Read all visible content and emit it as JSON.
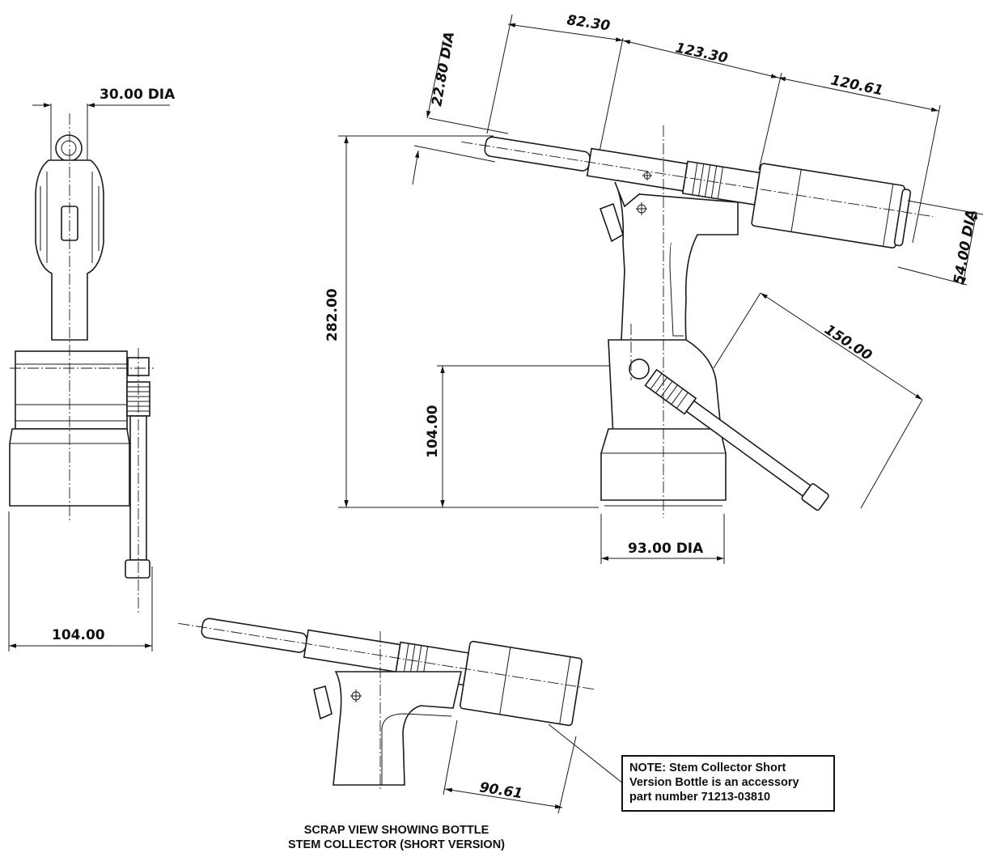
{
  "dimensions": {
    "front_nose_dia": "30.00 DIA",
    "front_width": "104.00",
    "side_nose_dia": "22.80 DIA",
    "side_len_1": "82.30",
    "side_len_2": "123.30",
    "side_len_3": "120.61",
    "side_body_dia": "54.00 DIA",
    "side_height": "282.00",
    "side_base_height": "104.00",
    "side_collector_len": "150.00",
    "side_base_dia": "93.00 DIA",
    "scrap_bottle_len": "90.61"
  },
  "captions": {
    "scrap_line1": "SCRAP VIEW SHOWING BOTTLE",
    "scrap_line2": "STEM COLLECTOR (SHORT VERSION)"
  },
  "note": {
    "line1": "NOTE: Stem Collector Short",
    "line2": "Version Bottle is an accessory",
    "line3": "part number 71213-03810"
  }
}
